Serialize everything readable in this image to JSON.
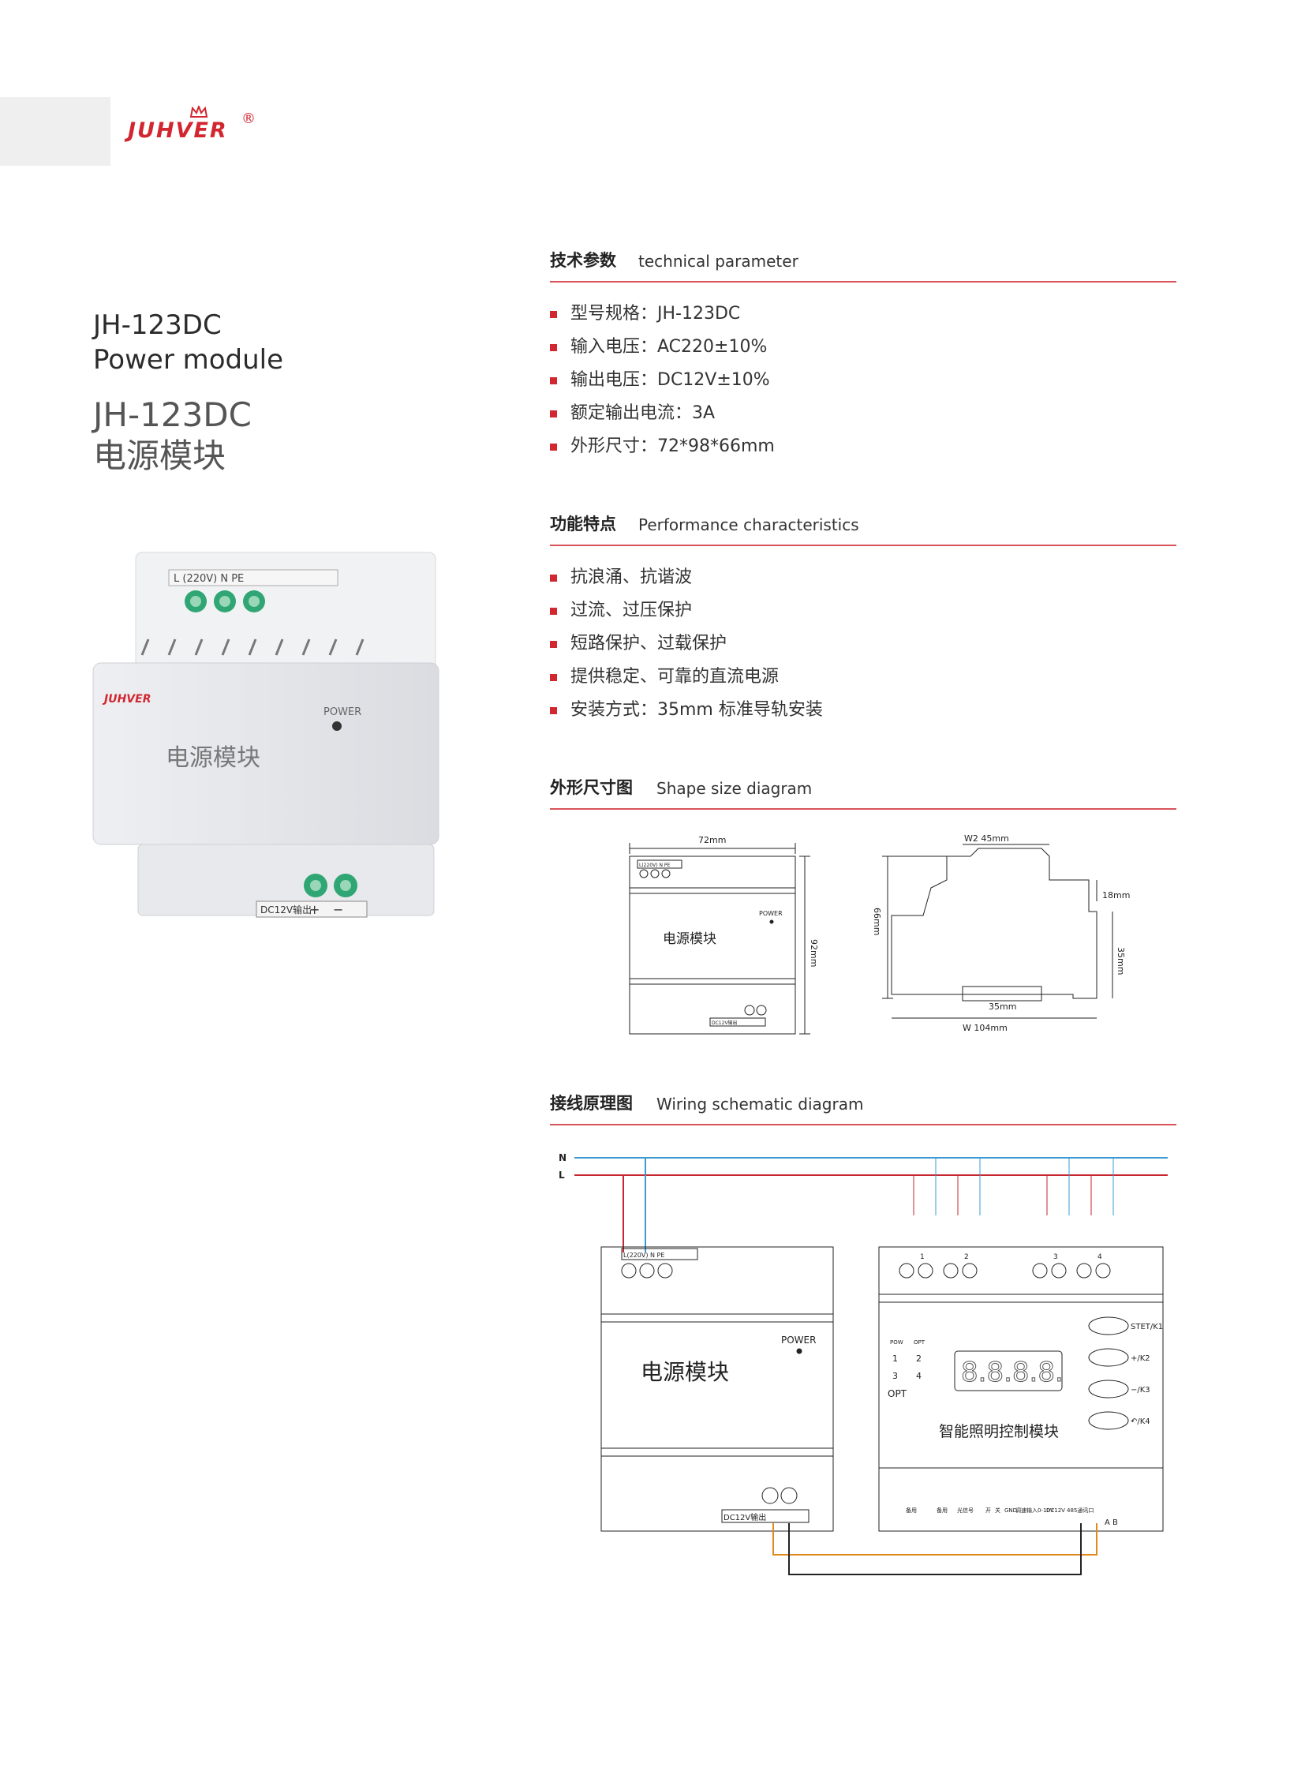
{
  "brand": {
    "logo_text": "JUHVER",
    "registered": "®"
  },
  "product": {
    "title_en_model": "JH-123DC",
    "title_en_name": "Power module",
    "title_cn_model": "JH-123DC",
    "title_cn_name": "电源模块"
  },
  "photo": {
    "terminal_top": "L (220V)  N    PE",
    "brand": "JUHVER",
    "power_label": "POWER",
    "name": "电源模块",
    "terminal_bottom": "DC12V输出",
    "plus": "+",
    "minus": "−"
  },
  "sections": {
    "tech": {
      "cn": "技术参数",
      "en": "technical parameter"
    },
    "perf": {
      "cn": "功能特点",
      "en": "Performance  characteristics"
    },
    "shape": {
      "cn": "外形尺寸图",
      "en": "Shape size diagram"
    },
    "wiring": {
      "cn": "接线原理图",
      "en": "Wiring schematic diagram"
    }
  },
  "tech_params": [
    "型号规格：JH-123DC",
    "输入电压：AC220±10%",
    "输出电压：DC12V±10%",
    "额定输出电流：3A",
    "外形尺寸：72*98*66mm"
  ],
  "features": [
    "抗浪涌、抗谐波",
    "过流、过压保护",
    "短路保护、过载保护",
    "提供稳定、可靠的直流电源",
    "安装方式：35mm 标准导轨安装"
  ],
  "shape_diagram": {
    "width_72": "72mm",
    "height_92": "92mm",
    "name": "电源模块",
    "power": "POWER",
    "term_top": "L(220V) N  PE",
    "term_bottom": "DC12V输出",
    "w2": "W2  45mm",
    "h66": "66mm",
    "h18": "18mm",
    "h35": "35mm",
    "rail35": "35mm",
    "w104": "W    104mm"
  },
  "wiring": {
    "n": "N",
    "l": "L",
    "psu_term": "L(220V) N  PE",
    "psu_power": "POWER",
    "psu_name": "电源模块",
    "psu_out": "DC12V输出",
    "ctrl_name": "智能照明控制模块",
    "pow": "POW",
    "opt_small": "OPT",
    "opt": "OPT",
    "d1": "1",
    "d2": "2",
    "d3": "3",
    "d4": "4",
    "k1": "STET/K1",
    "k2": "+/K2",
    "k3": "−/K3",
    "k4": "↶/K4",
    "seg": "8.8.8.8.",
    "ch1": "1",
    "ch2": "2",
    "ch3": "3",
    "ch4": "4",
    "bottom": [
      "备用",
      "备用",
      "光信号",
      "开",
      "关",
      "GND",
      "调速输入0-10V",
      "DC12V",
      "485通讯口"
    ],
    "ab": "A  B"
  }
}
